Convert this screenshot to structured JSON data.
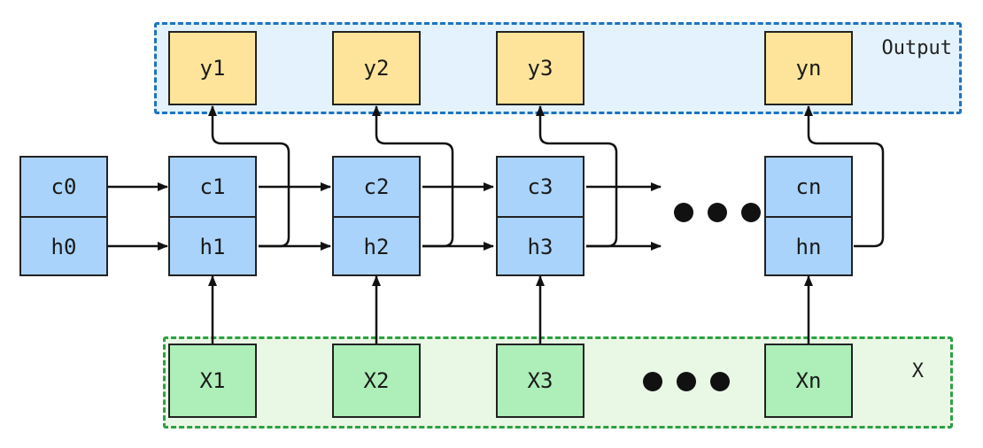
{
  "groups": {
    "output_label": "Output",
    "input_label": "X"
  },
  "outputs": [
    "y1",
    "y2",
    "y3",
    "yn"
  ],
  "inputs": [
    "X1",
    "X2",
    "X3",
    "Xn"
  ],
  "initial_state": {
    "c": "c0",
    "h": "h0"
  },
  "cells": [
    {
      "c": "c1",
      "h": "h1"
    },
    {
      "c": "c2",
      "h": "h2"
    },
    {
      "c": "c3",
      "h": "h3"
    },
    {
      "c": "cn",
      "h": "hn"
    }
  ],
  "colors": {
    "output_group_fill": "#e3f2fd",
    "output_group_border": "#1e73be",
    "input_group_fill": "#e9f7e5",
    "input_group_border": "#2ea043",
    "output_box": "#fde49a",
    "input_box": "#aeeeb8",
    "cell_box": "#a9d3fb",
    "line": "#111111"
  },
  "ellipsis_icon": "three-dots-icon"
}
